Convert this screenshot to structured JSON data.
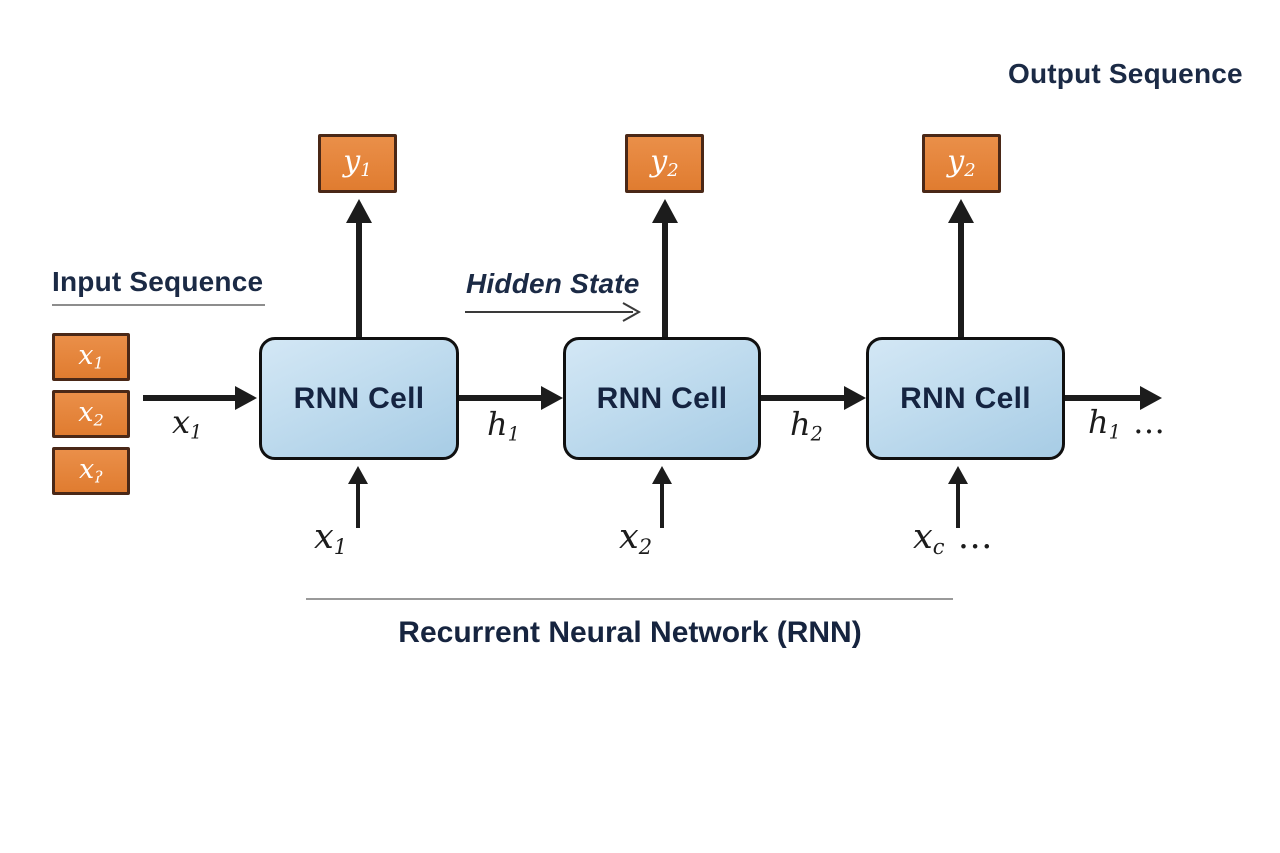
{
  "colors": {
    "orange_fill": "#e5813a",
    "orange_border": "#4a2817",
    "cell_fill_top": "#d3e7f5",
    "cell_fill_bottom": "#a7cce5",
    "cell_border": "#101010",
    "navy_text": "#1b2a45",
    "arrow_black": "#1c1c1c",
    "thin_line_gray": "#8d8d8d"
  },
  "output_sequence_label": "Output Sequence",
  "input_sequence_label": "Input Sequence",
  "hidden_state_label": "Hidden State",
  "caption": "Recurrent Neural Network (RNN)",
  "output_boxes": [
    {
      "base": "y",
      "sub": "1"
    },
    {
      "base": "y",
      "sub": "2"
    },
    {
      "base": "y",
      "sub": "2"
    }
  ],
  "input_boxes": [
    {
      "base": "x",
      "sub": "1"
    },
    {
      "base": "x",
      "sub": "2"
    },
    {
      "base": "x",
      "sub": "ʔ"
    }
  ],
  "cells": [
    {
      "label": "RNN Cell"
    },
    {
      "label": "RNN Cell"
    },
    {
      "label": "RNN Cell"
    }
  ],
  "edge_labels": {
    "input": {
      "base": "x",
      "sub": "1",
      "suffix": ""
    },
    "h1": {
      "base": "h",
      "sub": "1",
      "suffix": ""
    },
    "h2": {
      "base": "h",
      "sub": "2",
      "suffix": ""
    },
    "out": {
      "base": "h",
      "sub": "1",
      "suffix": " …"
    }
  },
  "cell_inputs": [
    {
      "base": "x",
      "sub": "1",
      "suffix": ""
    },
    {
      "base": "x",
      "sub": "2",
      "suffix": ""
    },
    {
      "base": "x",
      "sub": "c",
      "suffix": " …"
    }
  ]
}
